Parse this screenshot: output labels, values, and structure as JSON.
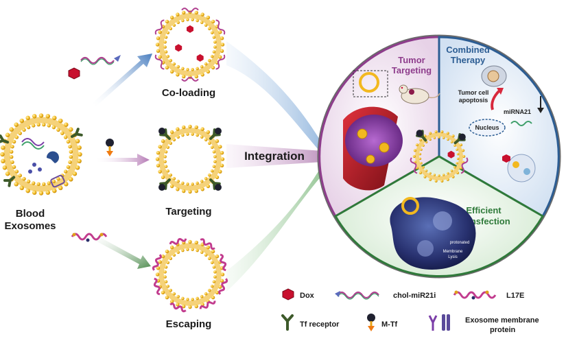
{
  "labels": {
    "blood_exosomes_line1": "Blood",
    "blood_exosomes_line2": "Exosomes",
    "co_loading": "Co-loading",
    "targeting": "Targeting",
    "escaping": "Escaping",
    "integration": "Integration"
  },
  "circle_panel": {
    "tumor_targeting_line1": "Tumor",
    "tumor_targeting_line2": "Targeting",
    "combined_therapy_line1": "Combined",
    "combined_therapy_line2": "Therapy",
    "efficient_transfection_line1": "Efficient",
    "efficient_transfection_line2": "Transfection",
    "tumor_cell_apoptosis_line1": "Tumor cell",
    "tumor_cell_apoptosis_line2": "apoptosis",
    "mirna21": "miRNA21",
    "nucleus": "Nucleus",
    "protonated": "protonated",
    "membrane_lysis_line1": "Membrane",
    "membrane_lysis_line2": "Lysis"
  },
  "legend": {
    "dox": "Dox",
    "chol_mir21i": "chol-miR21i",
    "l17e": "L17E",
    "tf_receptor": "Tf receptor",
    "m_tf": "M-Tf",
    "exosome_membrane_protein_line1": "Exosome membrane",
    "exosome_membrane_protein_line2": "protein"
  },
  "colors": {
    "lipid_head": "#f2b81f",
    "lipid_tail": "#f5d27a",
    "tumor_purple": "#8e3d8c",
    "therapy_blue": "#2c5d93",
    "transfection_green": "#2f7a3a",
    "dox_red": "#c8102e",
    "tf_receptor_green": "#3d5a2a"
  }
}
